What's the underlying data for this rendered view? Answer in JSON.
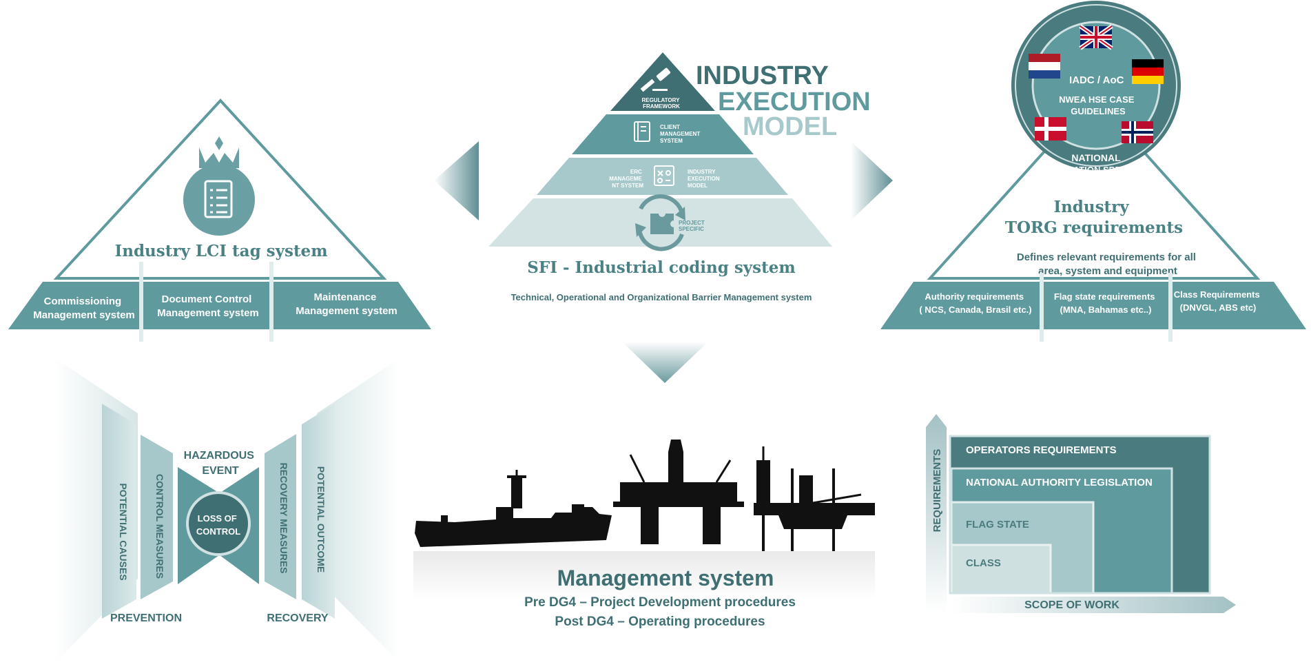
{
  "lci": {
    "title": "Industry LCI tag system",
    "columns": [
      {
        "line1": "Commissioning",
        "line2": "Management system"
      },
      {
        "line1": "Document Control",
        "line2": "Management system"
      },
      {
        "line1": "Maintenance",
        "line2": "Management system"
      }
    ]
  },
  "iem": {
    "title_lines": [
      "INDUSTRY",
      "EXECUTION",
      "MODEL"
    ],
    "levels": [
      {
        "icon": "gavel-icon",
        "label_lines": [
          "REGULATORY",
          "FRAMEWORK"
        ]
      },
      {
        "icon": "document-icon",
        "label_lines": [
          "CLIENT",
          "MANAGEMENT",
          "SYSTEM"
        ]
      },
      {
        "icon": "coding-icon",
        "left_lines": [
          "ERC",
          "MANAGEME",
          "NT SYSTEM"
        ],
        "right_lines": [
          "INDUSTRY",
          "EXECUTION",
          "MODEL"
        ]
      },
      {
        "icon": "puzzle-cycle-icon",
        "label_lines": [
          "PROJECT",
          "SPECIFIC"
        ]
      }
    ],
    "subtitle": "SFI - Industrial coding system",
    "caption": "Technical, Operational and Organizational Barrier Management system"
  },
  "torg": {
    "circle_lines": [
      "IADC / AoC",
      "NWEA HSE CASE",
      "GUIDELINES"
    ],
    "ring_labels": [
      "NATIONAL",
      "OPERATION SPECIFIC"
    ],
    "flags": [
      "uk-flag-icon",
      "netherlands-flag-icon",
      "germany-flag-icon",
      "denmark-flag-icon",
      "norway-flag-icon"
    ],
    "title_lines": [
      "Industry",
      "TORG requirements"
    ],
    "desc_lines": [
      "Defines relevant requirements for all",
      "area, system and equipment"
    ],
    "columns": [
      {
        "line1": "Authority requirements",
        "line2": "( NCS, Canada, Brasil etc.)"
      },
      {
        "line1": "Flag state requirements",
        "line2": "(MNA, Bahamas etc..)"
      },
      {
        "line1": "Class Requirements",
        "line2": "(DNVGL, ABS etc)"
      }
    ]
  },
  "bowtie": {
    "left_columns": [
      "POTENTIAL CAUSES",
      "CONTROL MEASURES"
    ],
    "right_columns": [
      "RECOVERY MEASURES",
      "POTENTIAL OUTCOME"
    ],
    "top_lines": [
      "HAZARDOUS",
      "EVENT"
    ],
    "center_lines": [
      "LOSS OF",
      "CONTROL"
    ],
    "bottom_left": "PREVENTION",
    "bottom_right": "RECOVERY"
  },
  "mgmt": {
    "title": "Management system",
    "line1": "Pre DG4   – Project Development procedures",
    "line2": "Post DG4 – Operating procedures",
    "vessels": [
      "drillship-silhouette",
      "semisubmersible-rig-silhouette",
      "jackup-rig-silhouette"
    ]
  },
  "req": {
    "y_axis": "REQUIREMENTS",
    "x_axis": "SCOPE OF WORK",
    "layers": [
      {
        "label": "OPERATORS REQUIREMENTS",
        "color": "#4a7b7f"
      },
      {
        "label": "NATIONAL AUTHORITY LEGISLATION",
        "color": "#5f9a9e"
      },
      {
        "label": "FLAG STATE",
        "color": "#a7c8ca"
      },
      {
        "label": "CLASS",
        "color": "#cfe0e1"
      }
    ]
  },
  "colors": {
    "teal_dark": "#3f6f73",
    "teal": "#5f9a9e",
    "teal_mid": "#8fb9bc",
    "teal_light": "#cfe1e2",
    "title_text": "#4a8185"
  }
}
